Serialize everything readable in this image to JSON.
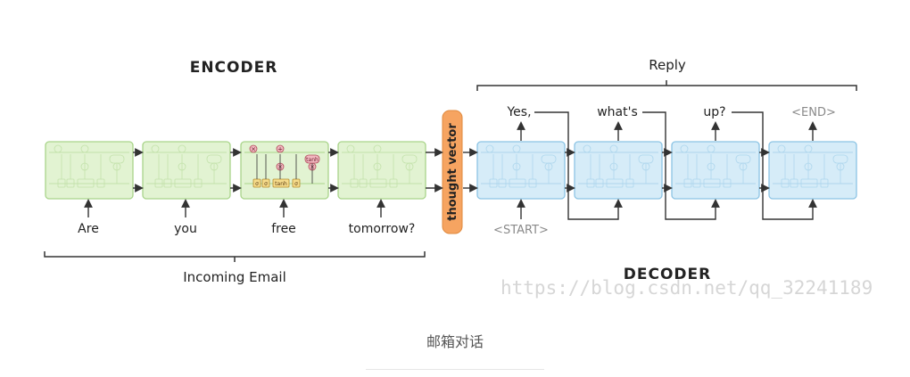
{
  "encoder": {
    "title": "ENCODER",
    "inputs": [
      "Are",
      "you",
      "free",
      "tomorrow?"
    ],
    "brace_label": "Incoming Email"
  },
  "thought_vector": {
    "label": "thought vector"
  },
  "decoder": {
    "title": "DECODER",
    "brace_label": "Reply",
    "start_token": "<START>",
    "outputs": [
      "Yes,",
      "what's",
      "up?",
      "<END>"
    ]
  },
  "cell": {
    "tanh_label": "tanh",
    "sigma": "σ",
    "times": "×",
    "plus": "+"
  },
  "watermark": "https://blog.csdn.net/qq_32241189",
  "caption": "邮箱对话",
  "colors": {
    "encoder_fill": "#e2f3d2",
    "encoder_stroke": "#a9d48a",
    "decoder_fill": "#d6ecf8",
    "decoder_stroke": "#8cc4e4",
    "thought_vector": "#f6a461",
    "highlight_gate": "#f2b8c0",
    "highlight_box": "#f6dc8c"
  }
}
